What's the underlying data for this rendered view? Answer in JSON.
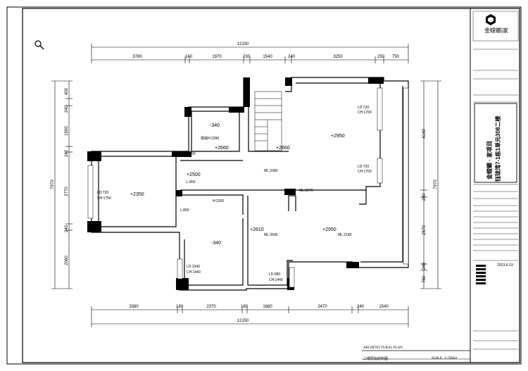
{
  "plan": {
    "overall_dim_top": "12150",
    "overall_dim_bottom": "12150",
    "top_dims": [
      "3780",
      "140",
      "1970",
      "230",
      "1540",
      "240",
      "3250",
      "250",
      "750"
    ],
    "bottom_dims": [
      "3380",
      "180",
      "2370",
      "180",
      "1660",
      "2470",
      "240",
      "1540"
    ],
    "left_dims": [
      "400",
      "240",
      "1500",
      "240",
      "2770",
      "240",
      "2060"
    ],
    "left_total": "7970",
    "right_dims": [
      "4140",
      "240",
      "2570",
      "240",
      "760"
    ],
    "right_total": "7970",
    "levels": [
      "-340",
      "+2660",
      "+2660",
      "+2950",
      "+2500",
      "+2350",
      "+2610",
      "+2950",
      "-340"
    ],
    "beams": [
      "梁底H:2280",
      "L:850",
      "L:850",
      "ML:2280",
      "ML:2270",
      "H:2260",
      "ML:2600",
      "ML:2180",
      "L:850"
    ],
    "windows": [
      {
        "ld": "LD:720",
        "ch": "CH:1700"
      },
      {
        "ld": "LD:720",
        "ch": "CH:1700"
      },
      {
        "ld": "LD:720",
        "ch": "CH:1750"
      },
      {
        "ld": "LD:1340",
        "ch": "CH:1440"
      },
      {
        "ld": "LD:980",
        "ch": "CH:1440"
      }
    ]
  },
  "footer": {
    "title": "ARCHITECTURAL PLAN",
    "subtitle": "二楼原始结构图",
    "scale": "SCALE 1:50A3"
  },
  "titleblock": {
    "brand": "金螳螂",
    "brand2": "家",
    "project_line1": "金螳螂 · 家项目",
    "project_line2": "钰珑湾7-1栋1单元308二楼",
    "date": "2023-6-19"
  }
}
